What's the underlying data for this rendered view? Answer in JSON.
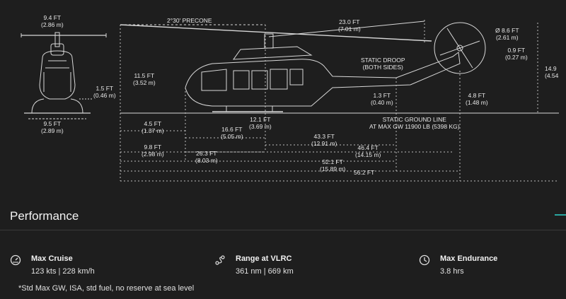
{
  "diagram": {
    "front_view": {
      "rotor_width": "9.4 FT",
      "rotor_width_m": "(2.86 m)",
      "skid_width": "9.5 FT",
      "skid_width_m": "(2.89 m)",
      "clearance": "1.5 FT",
      "clearance_m": "(0.46 m)"
    },
    "side_view": {
      "precone": "2°30' PRECONE",
      "rotor_front": "23.0 FT",
      "rotor_front_m": "(7.01 m)",
      "static_droop": "STATIC DROOP",
      "static_droop_sub": "(BOTH SIDES)",
      "height_to_hub": "11.5 FT",
      "height_to_hub_m": "(3.52 m)",
      "tail_rotor_dia": "Ø 8.6 FT",
      "tail_rotor_dia_m": "(2.61 m)",
      "tail_offset": "0.9 FT",
      "tail_offset_m": "(0.27 m)",
      "overall_height": "14.9",
      "overall_height_m": "(4.54",
      "belly_clearance": "1.3 FT",
      "belly_clearance_m": "(0.40 m)",
      "tail_clearance": "4.8 FT",
      "tail_clearance_m": "(1.48 m)",
      "ground_line": "STATIC GROUND LINE",
      "ground_line_sub": "AT MAX GW 11900 LB (5398 KG)",
      "skid_length": "12.1 FT",
      "skid_length_m": "(3.69 m)",
      "nose_to_skid": "4.5 FT",
      "nose_to_skid_m": "(1.37 m)",
      "cabin_length": "16.6 FT",
      "cabin_length_m": "(5.05 m)",
      "fuselage_length": "43.3 FT",
      "fuselage_length_m": "(12.91 m)",
      "rotor_fwd": "9.8 FT",
      "rotor_fwd_m": "(2.98 m)",
      "tail_boom": "46.4 FT",
      "tail_boom_m": "(14.15 m)",
      "nose_to_mast": "26.3 FT",
      "nose_to_mast_m": "(8.03 m)",
      "overall_fuselage": "52.1 FT",
      "overall_fuselage_m": "(15.89 m)",
      "overall_length": "56.2 FT"
    }
  },
  "performance": {
    "title": "Performance",
    "accent_color": "#2aa6a0",
    "stats": [
      {
        "icon": "speedometer-icon",
        "label": "Max Cruise",
        "value": "123 kts | 228 km/h"
      },
      {
        "icon": "route-icon",
        "label": "Range at VLRC",
        "value": "361 nm | 669 km"
      },
      {
        "icon": "clock-icon",
        "label": "Max Endurance",
        "value": "3.8 hrs"
      }
    ],
    "footnote": "*Std Max GW, ISA, std fuel, no reserve at sea level"
  }
}
